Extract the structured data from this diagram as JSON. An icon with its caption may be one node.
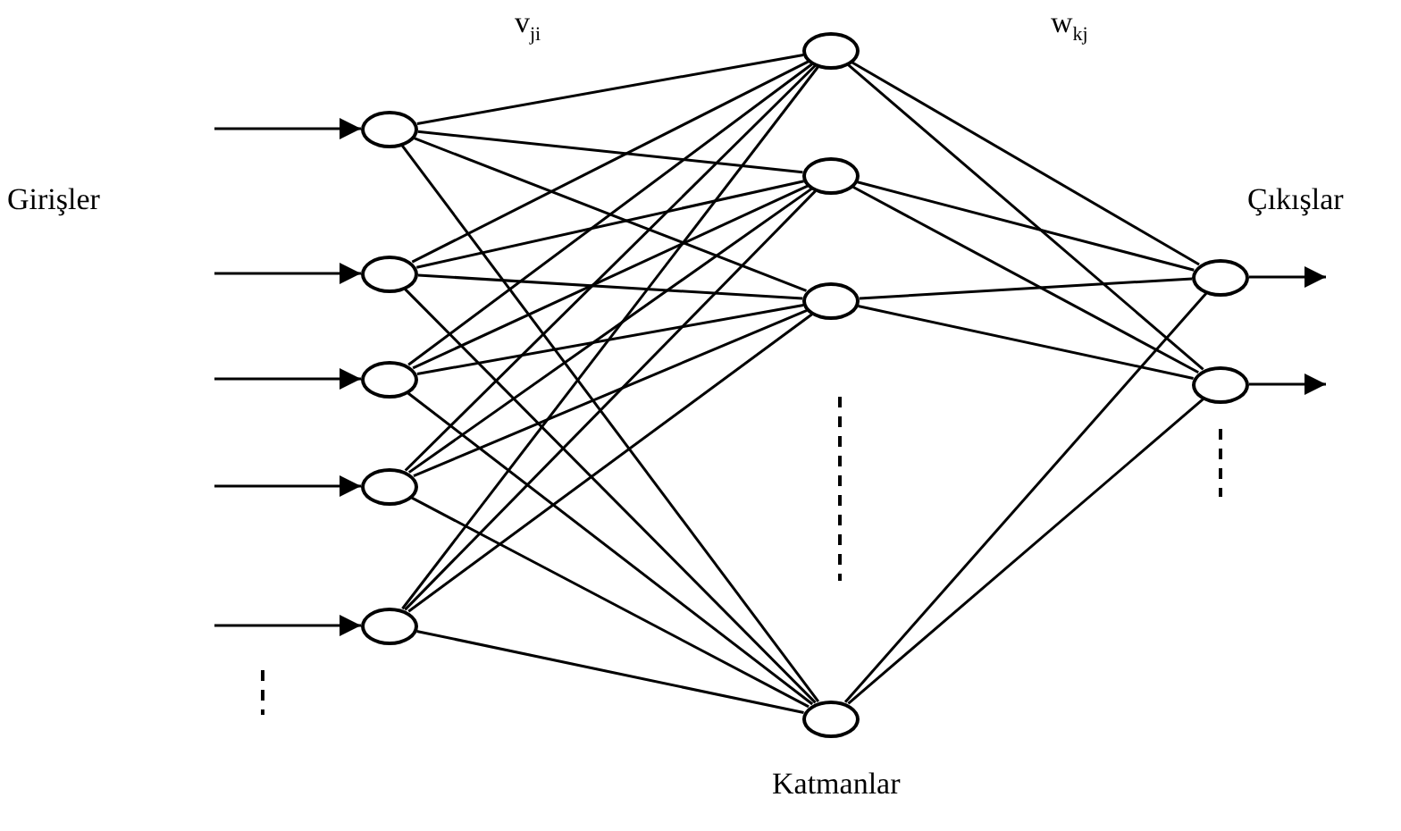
{
  "diagram": {
    "nodes": [
      {
        "text": [],
        "shape": "circle"
      },
      {
        "text": [],
        "shape": "circle"
      },
      {
        "text": [],
        "shape": "circle"
      },
      {
        "text": [],
        "shape": "circle"
      },
      {
        "text": [],
        "shape": "circle"
      },
      {
        "text": [],
        "shape": "circle"
      },
      {
        "text": [],
        "shape": "circle"
      },
      {
        "text": [],
        "shape": "circle"
      },
      {
        "text": [],
        "shape": "circle"
      },
      {
        "text": [],
        "shape": "circle"
      },
      {
        "text": [],
        "shape": "circle"
      }
    ],
    "edges": [
      {
        "from": null,
        "to": 0,
        "arrow": "to"
      },
      {
        "from": null,
        "to": 1,
        "arrow": "to"
      },
      {
        "from": null,
        "to": 2,
        "arrow": "to"
      },
      {
        "from": null,
        "to": 3,
        "arrow": "to"
      },
      {
        "from": null,
        "to": 4,
        "arrow": "to"
      },
      {
        "from": 0,
        "to": 5,
        "arrow": "none"
      },
      {
        "from": 0,
        "to": 6,
        "arrow": "none"
      },
      {
        "from": 0,
        "to": 7,
        "arrow": "none"
      },
      {
        "from": 0,
        "to": 8,
        "arrow": "none"
      },
      {
        "from": 1,
        "to": 5,
        "arrow": "none"
      },
      {
        "from": 1,
        "to": 6,
        "arrow": "none"
      },
      {
        "from": 1,
        "to": 7,
        "arrow": "none"
      },
      {
        "from": 1,
        "to": 8,
        "arrow": "none"
      },
      {
        "from": 2,
        "to": 5,
        "arrow": "none"
      },
      {
        "from": 2,
        "to": 6,
        "arrow": "none"
      },
      {
        "from": 2,
        "to": 7,
        "arrow": "none"
      },
      {
        "from": 2,
        "to": 8,
        "arrow": "none"
      },
      {
        "from": 3,
        "to": 5,
        "arrow": "none"
      },
      {
        "from": 3,
        "to": 6,
        "arrow": "none"
      },
      {
        "from": 3,
        "to": 7,
        "arrow": "none"
      },
      {
        "from": 3,
        "to": 8,
        "arrow": "none"
      },
      {
        "from": 4,
        "to": 5,
        "arrow": "none"
      },
      {
        "from": 4,
        "to": 6,
        "arrow": "none"
      },
      {
        "from": 4,
        "to": 7,
        "arrow": "none"
      },
      {
        "from": 4,
        "to": 8,
        "arrow": "none"
      },
      {
        "from": 5,
        "to": 9,
        "arrow": "none"
      },
      {
        "from": 5,
        "to": 10,
        "arrow": "none"
      },
      {
        "from": 6,
        "to": 9,
        "arrow": "none"
      },
      {
        "from": 6,
        "to": 10,
        "arrow": "none"
      },
      {
        "from": 7,
        "to": 9,
        "arrow": "none"
      },
      {
        "from": 7,
        "to": 10,
        "arrow": "none"
      },
      {
        "from": 8,
        "to": 9,
        "arrow": "none"
      },
      {
        "from": 8,
        "to": 10,
        "arrow": "none"
      },
      {
        "from": 9,
        "to": null,
        "arrow": "to"
      },
      {
        "from": 10,
        "to": null,
        "arrow": "to"
      }
    ],
    "labels": [
      "v$_{ji}$",
      "w$_{kj}$",
      "Girişler",
      "Çıkışlar",
      "Katmanlar"
    ]
  }
}
